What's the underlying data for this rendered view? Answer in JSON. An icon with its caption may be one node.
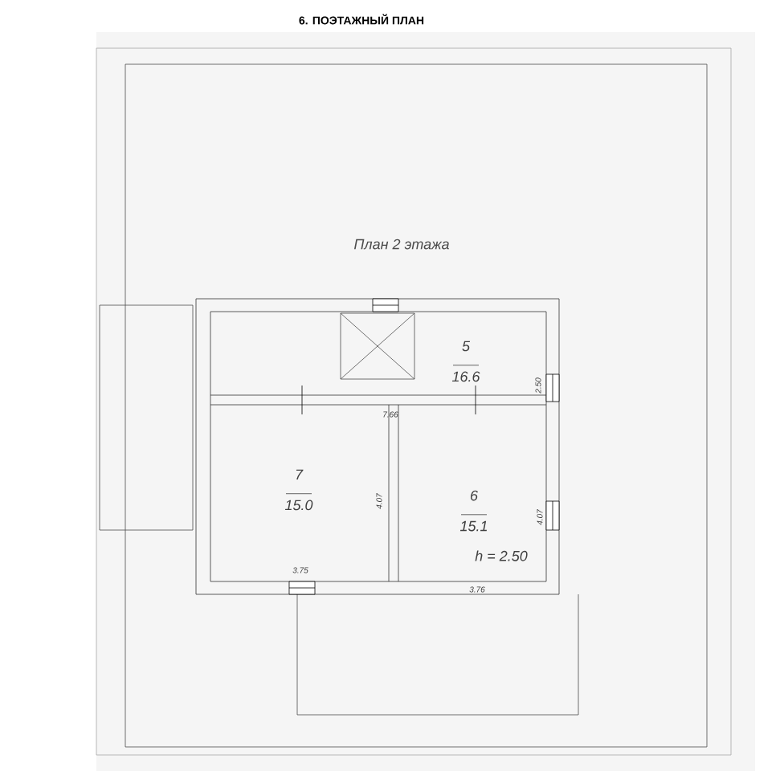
{
  "diagram": {
    "title": "План 2 этажа",
    "nodes": [
      {
        "text": [
          "5",
          "16.6"
        ]
      },
      {
        "text": [
          "7",
          "15.0"
        ]
      },
      {
        "text": [
          "6",
          "15.1"
        ]
      }
    ],
    "edges": [],
    "labels": [
      "6. ПОЭТАЖНЫЙ ПЛАН",
      "7.66",
      "2.50",
      "4.07",
      "4.07",
      "3.75",
      "3.76",
      "h = 2.50"
    ]
  }
}
